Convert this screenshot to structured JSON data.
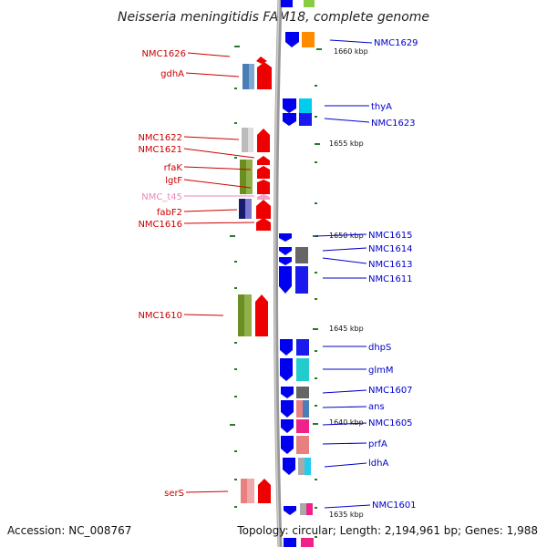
{
  "title": "Neisseria meningitidis FAM18, complete genome",
  "footer": {
    "accession": "Accession: NC_008767",
    "topology": "Topology: circular; Length: 2,194,961 bp; Genes: 1,988"
  },
  "colors": {
    "left_label": "#cc0000",
    "faint_label": "#ee88bb",
    "right_label": "#0000cc",
    "marker": "#2a7a2a",
    "axis": "#999999"
  },
  "kbp_markers": [
    "1660 kbp",
    "1655 kbp",
    "1650 kbp",
    "1645 kbp",
    "1640 kbp",
    "1635 kbp"
  ],
  "left_labels": [
    "NMC1626",
    "gdhA",
    "NMC1622",
    "NMC1621",
    "rfaK",
    "lgtF",
    "NMC_t45",
    "fabF2",
    "NMC1616",
    "NMC1610",
    "serS"
  ],
  "right_labels": [
    "NMC1629",
    "thyA",
    "NMC1623",
    "NMC1615",
    "NMC1614",
    "NMC1613",
    "NMC1611",
    "dhpS",
    "glmM",
    "NMC1607",
    "ans",
    "NMC1605",
    "prfA",
    "ldhA",
    "NMC1601"
  ]
}
